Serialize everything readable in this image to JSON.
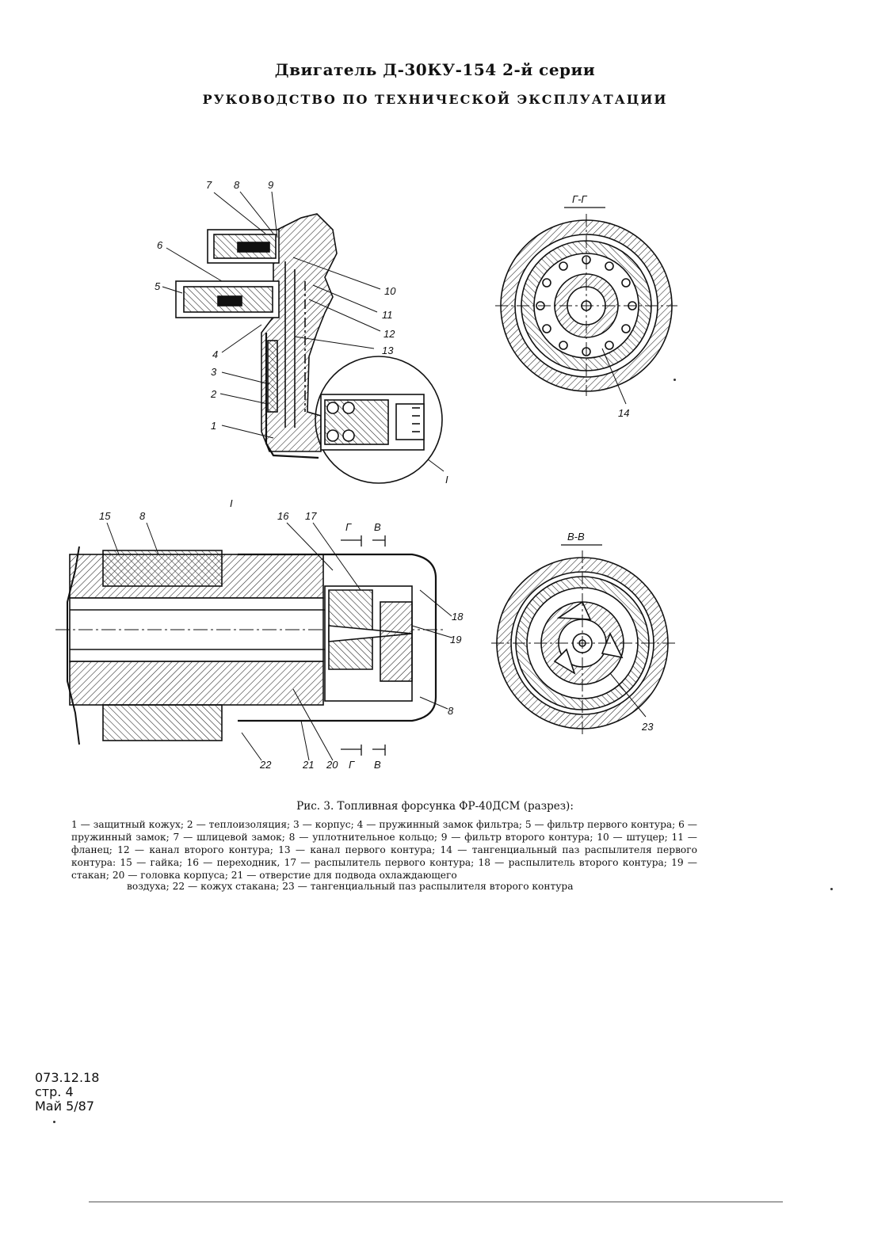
{
  "header": {
    "line1": "Двигатель Д-30КУ-154 2-й серии",
    "line2": "РУКОВОДСТВО ПО ТЕХНИЧЕСКОЙ ЭКСПЛУАТАЦИИ"
  },
  "figure": {
    "labels_top": [
      "7",
      "8",
      "9",
      "6",
      "5",
      "10",
      "11",
      "12",
      "13",
      "4",
      "3",
      "2",
      "1",
      "I"
    ],
    "section_gg": "Г-Г",
    "label_14": "14",
    "detail_title": "I",
    "labels_bottom": [
      "15",
      "8",
      "16",
      "17",
      "Г",
      "В",
      "18",
      "19",
      "8",
      "22",
      "21",
      "20",
      "Г",
      "В"
    ],
    "section_vv": "В-В",
    "label_23": "23"
  },
  "caption": {
    "title": "Рис. 3. Топливная форсунка ФР-40ДСМ (разрез):",
    "legend": "1 — защитный кожух; 2 — теплоизоляция; 3 — корпус; 4 — пружинный замок фильтра; 5 — фильтр первого контура; 6 — пружинный замок; 7 — шлицевой замок; 8 — уплотнительное кольцо; 9 — фильтр второго контура; 10 — штуцер; 11 — фланец; 12 — канал второго контура; 13 — канал первого контура; 14 — тангенциальный паз распылителя первого контура: 15 — гайка; 16 — переходник, 17 — распылитель первого контура; 18 — распылитель второго контура; 19 — стакан; 20 — головка корпуса; 21 — отверстие для подвода охлаждающего",
    "legend_last": "воздуха; 22 — кожух стакана; 23 — тангенциальный паз распылителя второго контура"
  },
  "footer": {
    "code": "073.12.18",
    "page": "стр. 4",
    "date": "Май 5/87"
  }
}
